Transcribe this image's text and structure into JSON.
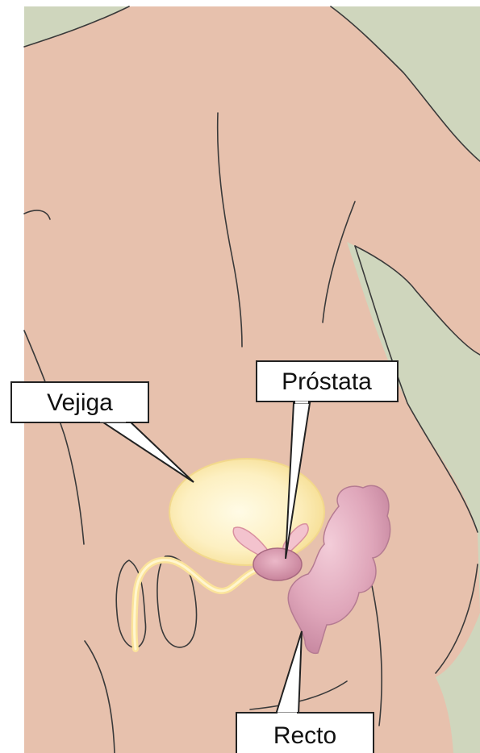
{
  "labels": {
    "bladder": "Vejiga",
    "prostate": "Próstata",
    "rectum": "Recto"
  },
  "colors": {
    "background": "#cfd6bd",
    "skin": "#e7c1ad",
    "outline": "#3a3a3a",
    "bladder": "#fbe7a6",
    "urethra": "#fbe39b",
    "prostate": "#d89bb0",
    "rectum": "#dba2b7",
    "callout_fill": "#ffffff",
    "callout_border": "#222222"
  }
}
